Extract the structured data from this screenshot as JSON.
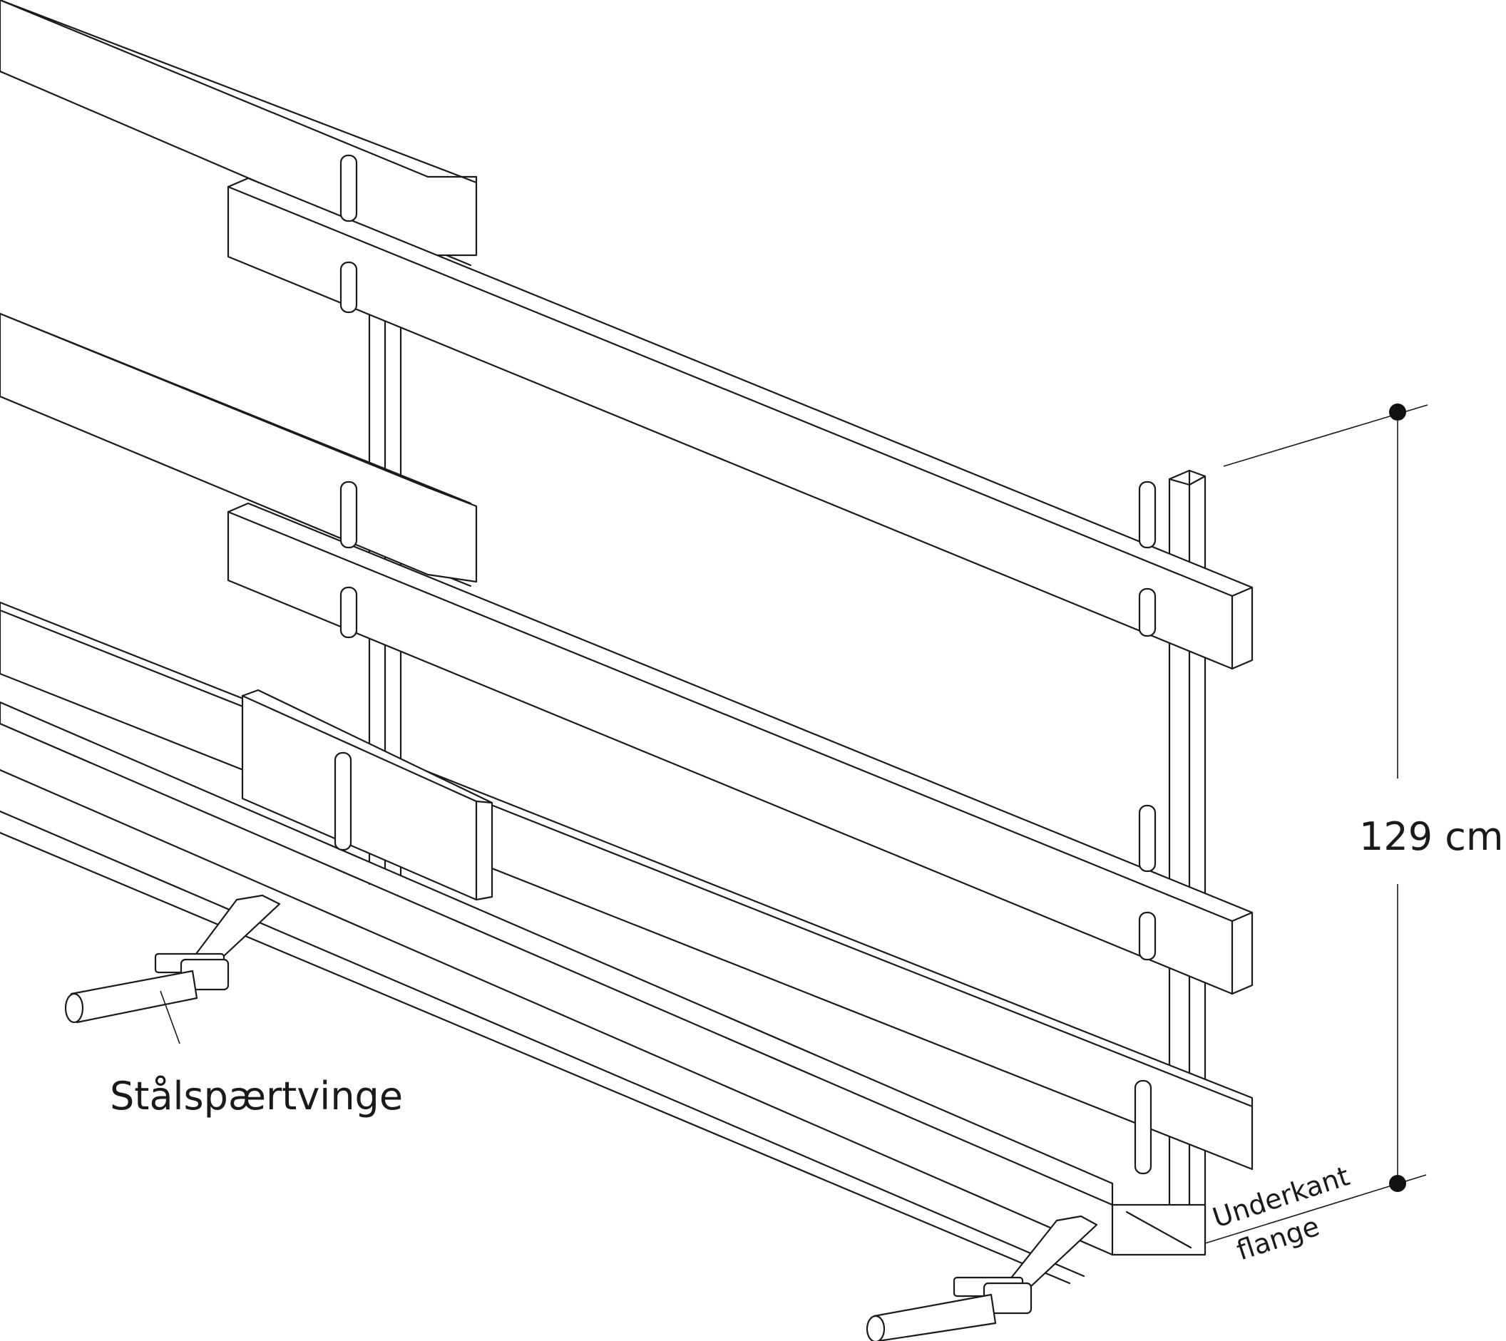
{
  "labels": {
    "height_dimension": "129 cm",
    "steel_rafter_clamp": "Stålspærtvinge",
    "underside_line1": "Underkant",
    "underside_line2": "flange"
  },
  "colors": {
    "line": "#1a1a1a",
    "background": "#ffffff"
  }
}
